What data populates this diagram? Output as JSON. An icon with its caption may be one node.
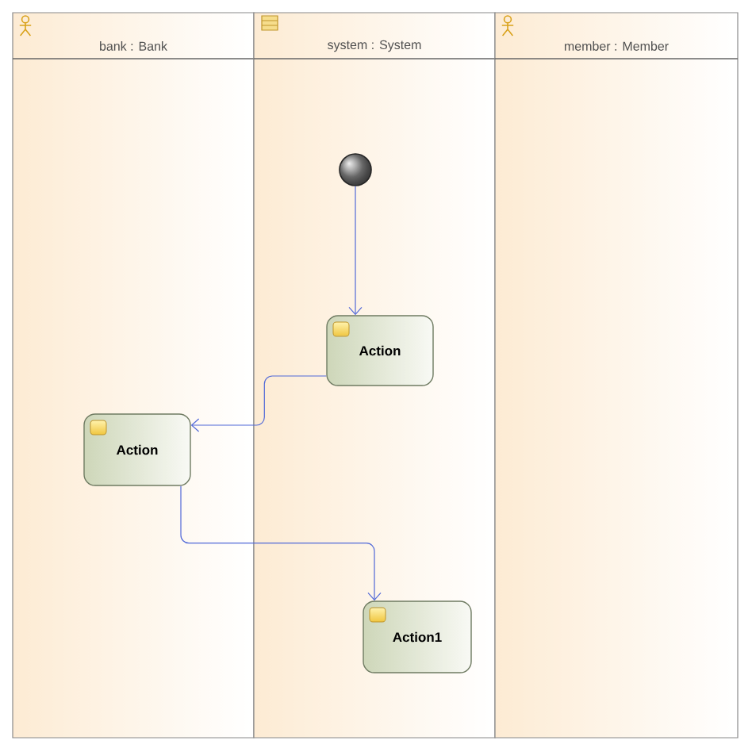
{
  "diagram": {
    "nodes": [
      {
        "text": [
          "bank : Bank"
        ]
      },
      {
        "text": [
          "system : System"
        ]
      },
      {
        "text": [
          "member : Member"
        ]
      },
      {
        "text": [],
        "shape": "circle",
        "in": 1
      },
      {
        "text": [
          "Action"
        ],
        "in": 1
      },
      {
        "text": [
          "Action"
        ],
        "in": 0
      },
      {
        "text": [
          "Action1"
        ],
        "in": 1
      }
    ],
    "edges": [
      {
        "from": 3,
        "to": 4,
        "arrow": "to"
      },
      {
        "from": 4,
        "to": 5,
        "arrow": "to"
      },
      {
        "from": 5,
        "to": 6,
        "arrow": "to"
      }
    ]
  }
}
